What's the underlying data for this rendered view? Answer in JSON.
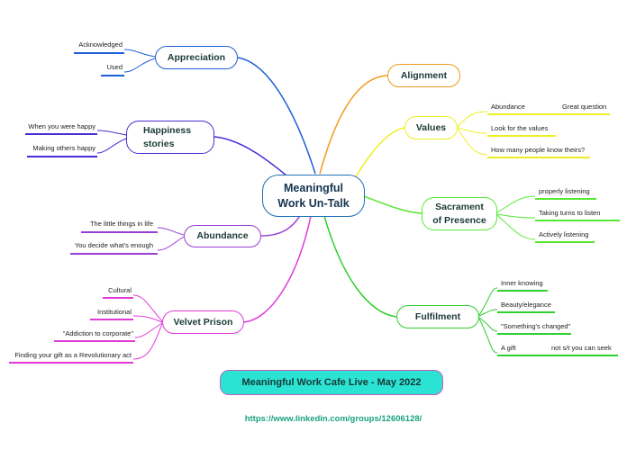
{
  "center": "Meaningful Work Un-Talk",
  "left": {
    "appreciation": {
      "title": "Appreciation",
      "leaves": [
        "Acknowledged",
        "Used"
      ]
    },
    "happiness": {
      "title": "Happiness stories",
      "leaves": [
        "When you were happy",
        "Making others happy"
      ]
    },
    "abundance": {
      "title": "Abundance",
      "leaves": [
        "The little things in life",
        "You decide what's enough"
      ]
    },
    "velvet": {
      "title": "Velvet Prison",
      "leaves": [
        "Cultural",
        "Institutional",
        "\"Addiction to corporate\"",
        "Finding your gift as a Revolutionary act"
      ]
    }
  },
  "right": {
    "alignment": {
      "title": "Alignment"
    },
    "values": {
      "title": "Values",
      "leaves": [
        "Abundance",
        "Great question",
        "Look for the values",
        "How many people know theirs?"
      ]
    },
    "sacrament": {
      "title": "Sacrament of Presence",
      "leaves": [
        "properly listening",
        "Taking turns to listen",
        "Actively listening"
      ]
    },
    "fulfilment": {
      "title": "Fulfilment",
      "leaves": [
        "Inner knowing",
        "Beauty/elegance",
        "\"Something's changed\"",
        "A gift",
        "not s/t you can seek"
      ]
    }
  },
  "footer": {
    "title": "Meaningful Work Cafe Live - May 2022",
    "link": "https://www.linkedin.com/groups/12606128/"
  },
  "colors": {
    "appreciation": "#1f5fd8",
    "happiness": "#4a2bd6",
    "abundance": "#9b3fd4",
    "velvet": "#e03bd6",
    "alignment": "#f29a1c",
    "values": "#eeee22",
    "sacrament": "#55e833",
    "fulfilment": "#2fcf2f",
    "center": "#1f6fb3"
  }
}
